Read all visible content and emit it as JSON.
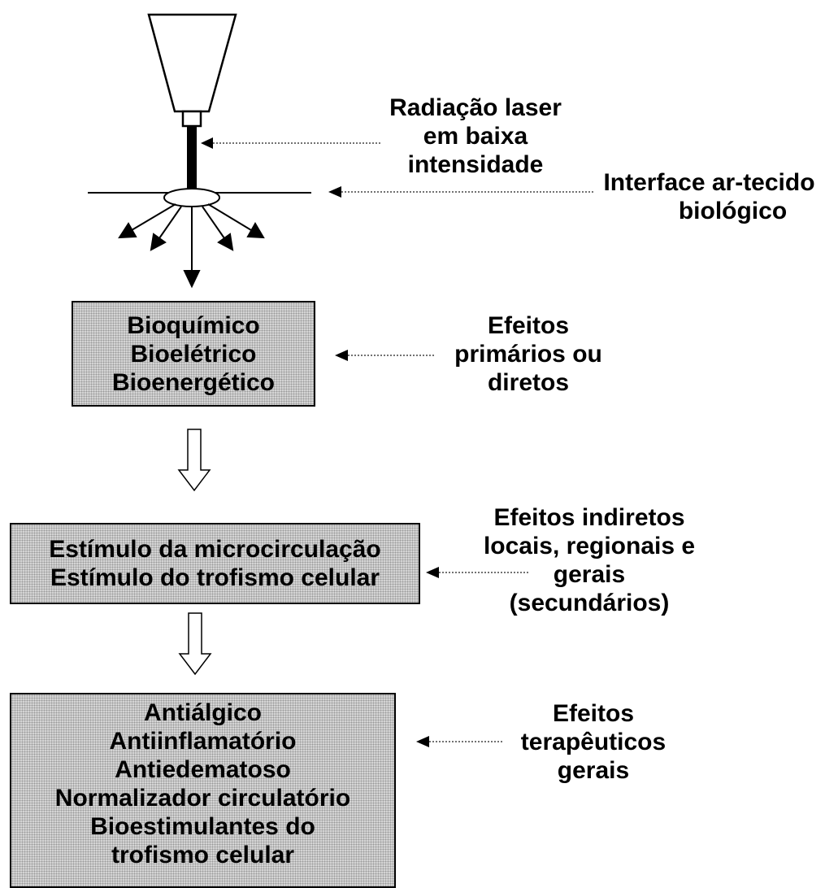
{
  "colors": {
    "ink": "#000000",
    "box_fill": "#d4d4d4",
    "dotted_line": "#444444"
  },
  "device": {
    "icons": [
      "laser-probe-icon",
      "beam-scatter-icon"
    ]
  },
  "labels": {
    "laser": [
      "Radiação laser",
      "em baixa",
      "intensidade"
    ],
    "interface": [
      "Interface ar-tecido",
      "biológico"
    ],
    "primary": [
      "Efeitos",
      "primários ou",
      "diretos"
    ],
    "indirect": [
      "Efeitos indiretos",
      "locais, regionais e",
      "gerais",
      "(secundários)"
    ],
    "therapeutic": [
      "Efeitos",
      "terapêuticos",
      "gerais"
    ]
  },
  "boxes": {
    "primary": [
      "Bioquímico",
      "Bioelétrico",
      "Bioenergético"
    ],
    "secondary": [
      "Estímulo da microcirculação",
      "Estímulo do trofismo celular"
    ],
    "therapeutic": [
      "Antiálgico",
      "Antiinflamatório",
      "Antiedematoso",
      "Normalizador circulatório",
      "Bioestimulantes do",
      "trofismo celular"
    ]
  }
}
